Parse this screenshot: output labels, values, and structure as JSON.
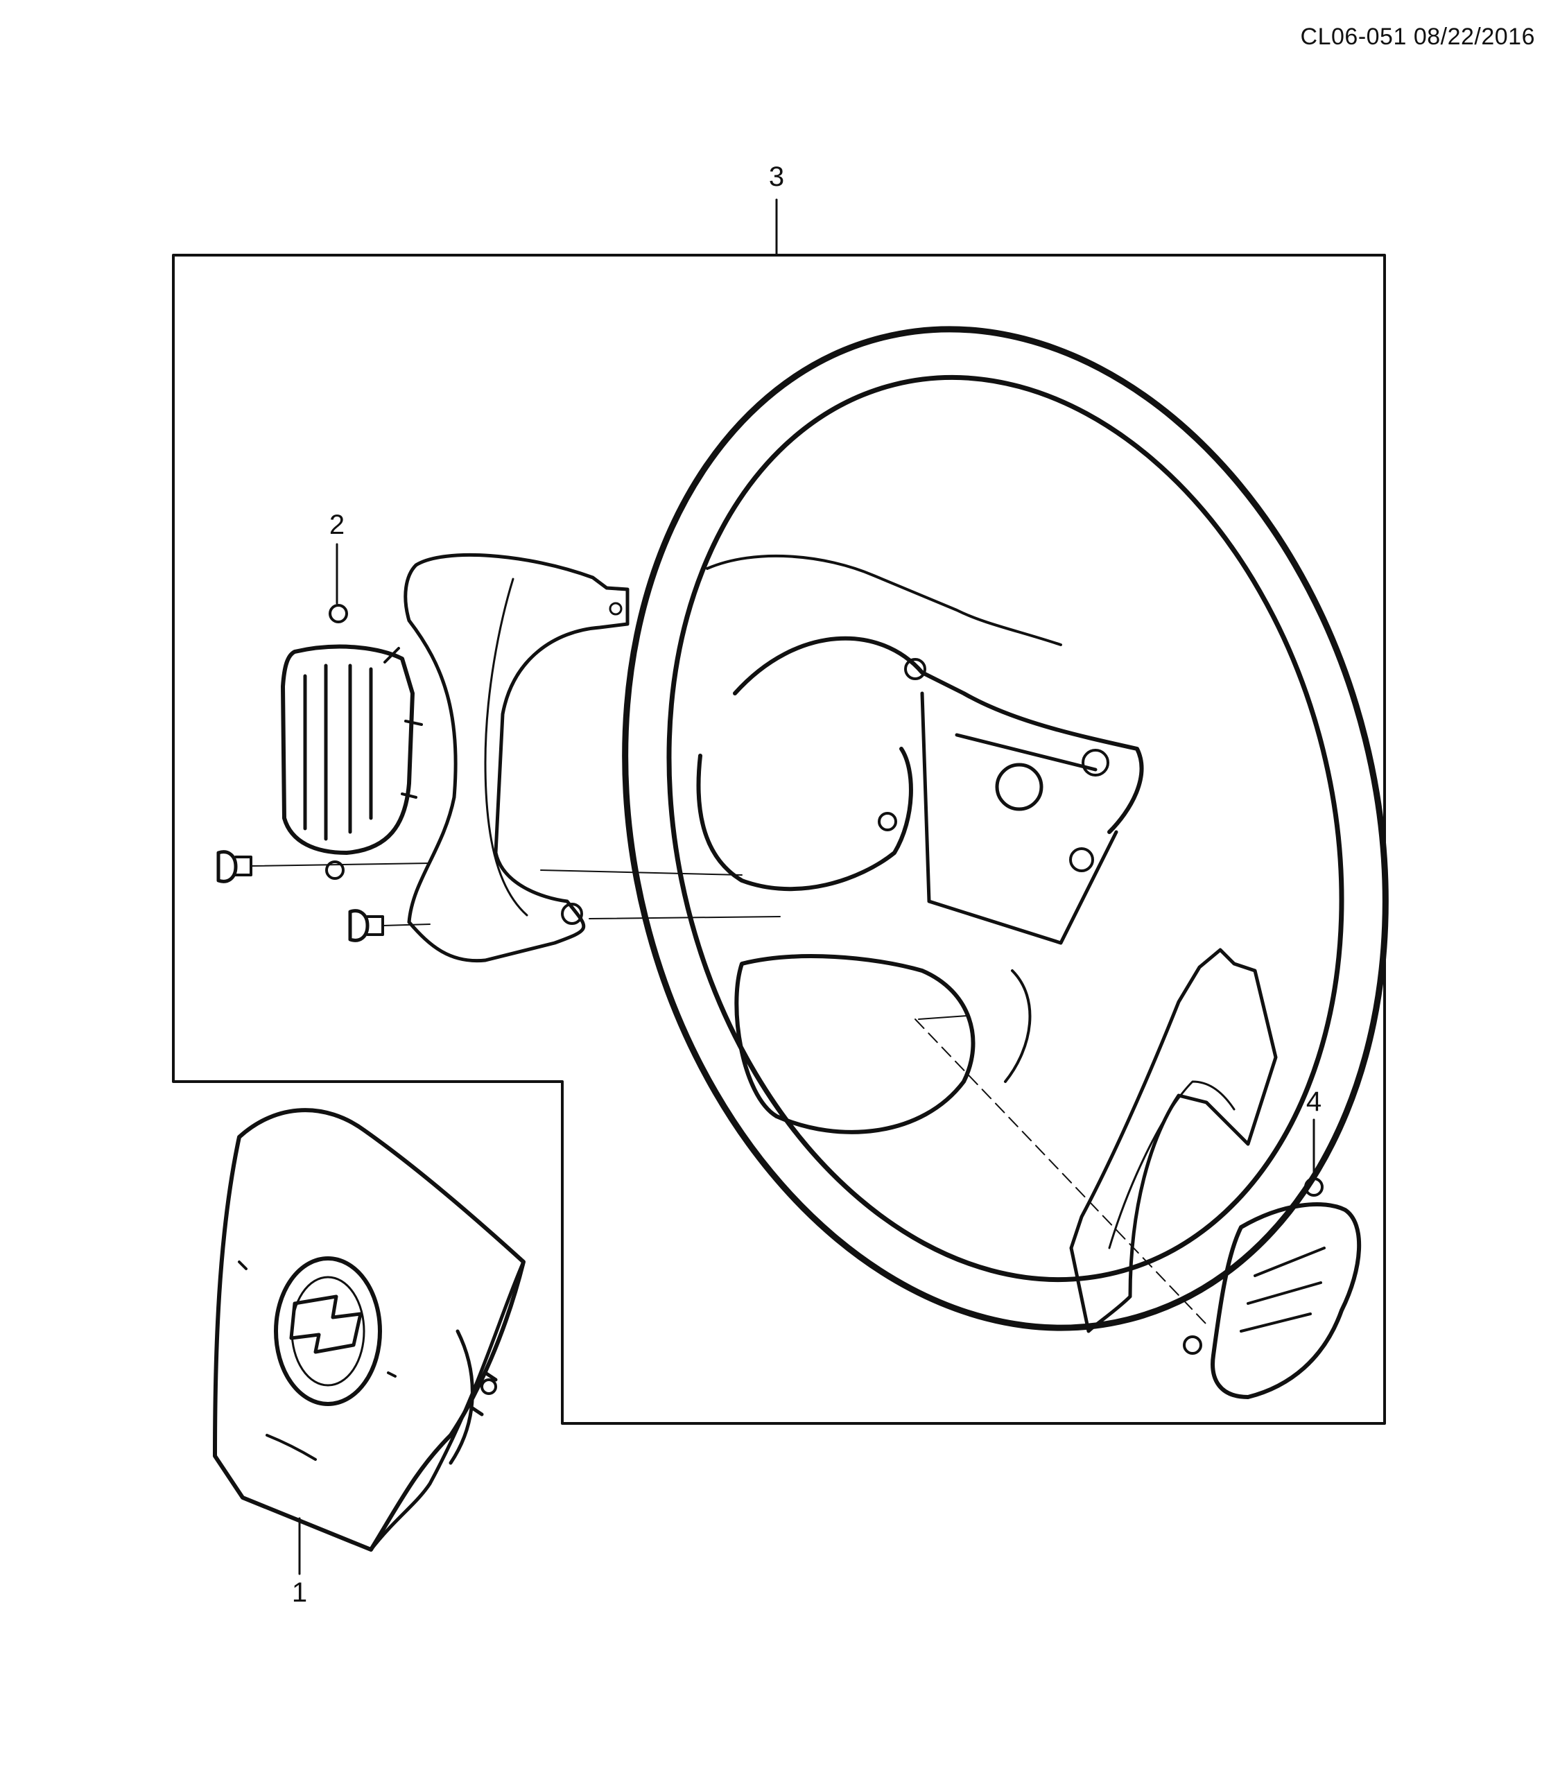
{
  "header": {
    "doc_code": "CL06-051 08/22/2016"
  },
  "callouts": [
    {
      "label": "1",
      "part": "airbag-module"
    },
    {
      "label": "2",
      "part": "left-switch-assembly"
    },
    {
      "label": "3",
      "part": "steering-wheel-assembly"
    },
    {
      "label": "4",
      "part": "right-switch-assembly"
    }
  ],
  "colors": {
    "ink": "#111111",
    "paper": "#ffffff"
  }
}
